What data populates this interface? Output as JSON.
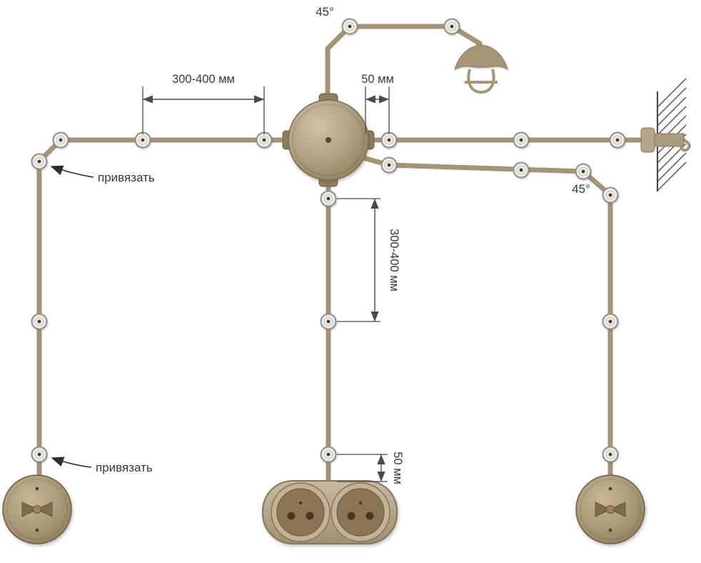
{
  "diagram": {
    "title": "Retro open-wiring installation diagram",
    "labels": {
      "angle_top": "45°",
      "angle_right": "45°",
      "dim_horizontal_top": "300-400 мм",
      "dim_50_top": "50 мм",
      "dim_vertical_middle": "300-400 мм",
      "dim_50_bottom": "50 мм",
      "tie_top": "привязать",
      "tie_bottom": "привязать"
    },
    "colors": {
      "wire": "#a59377",
      "component": "#b4a384",
      "component_dark": "#8b7554",
      "outline": "#6f5f46",
      "insulator": "#f1ece2",
      "text": "#383838",
      "dimension": "#4a4a4a"
    }
  }
}
